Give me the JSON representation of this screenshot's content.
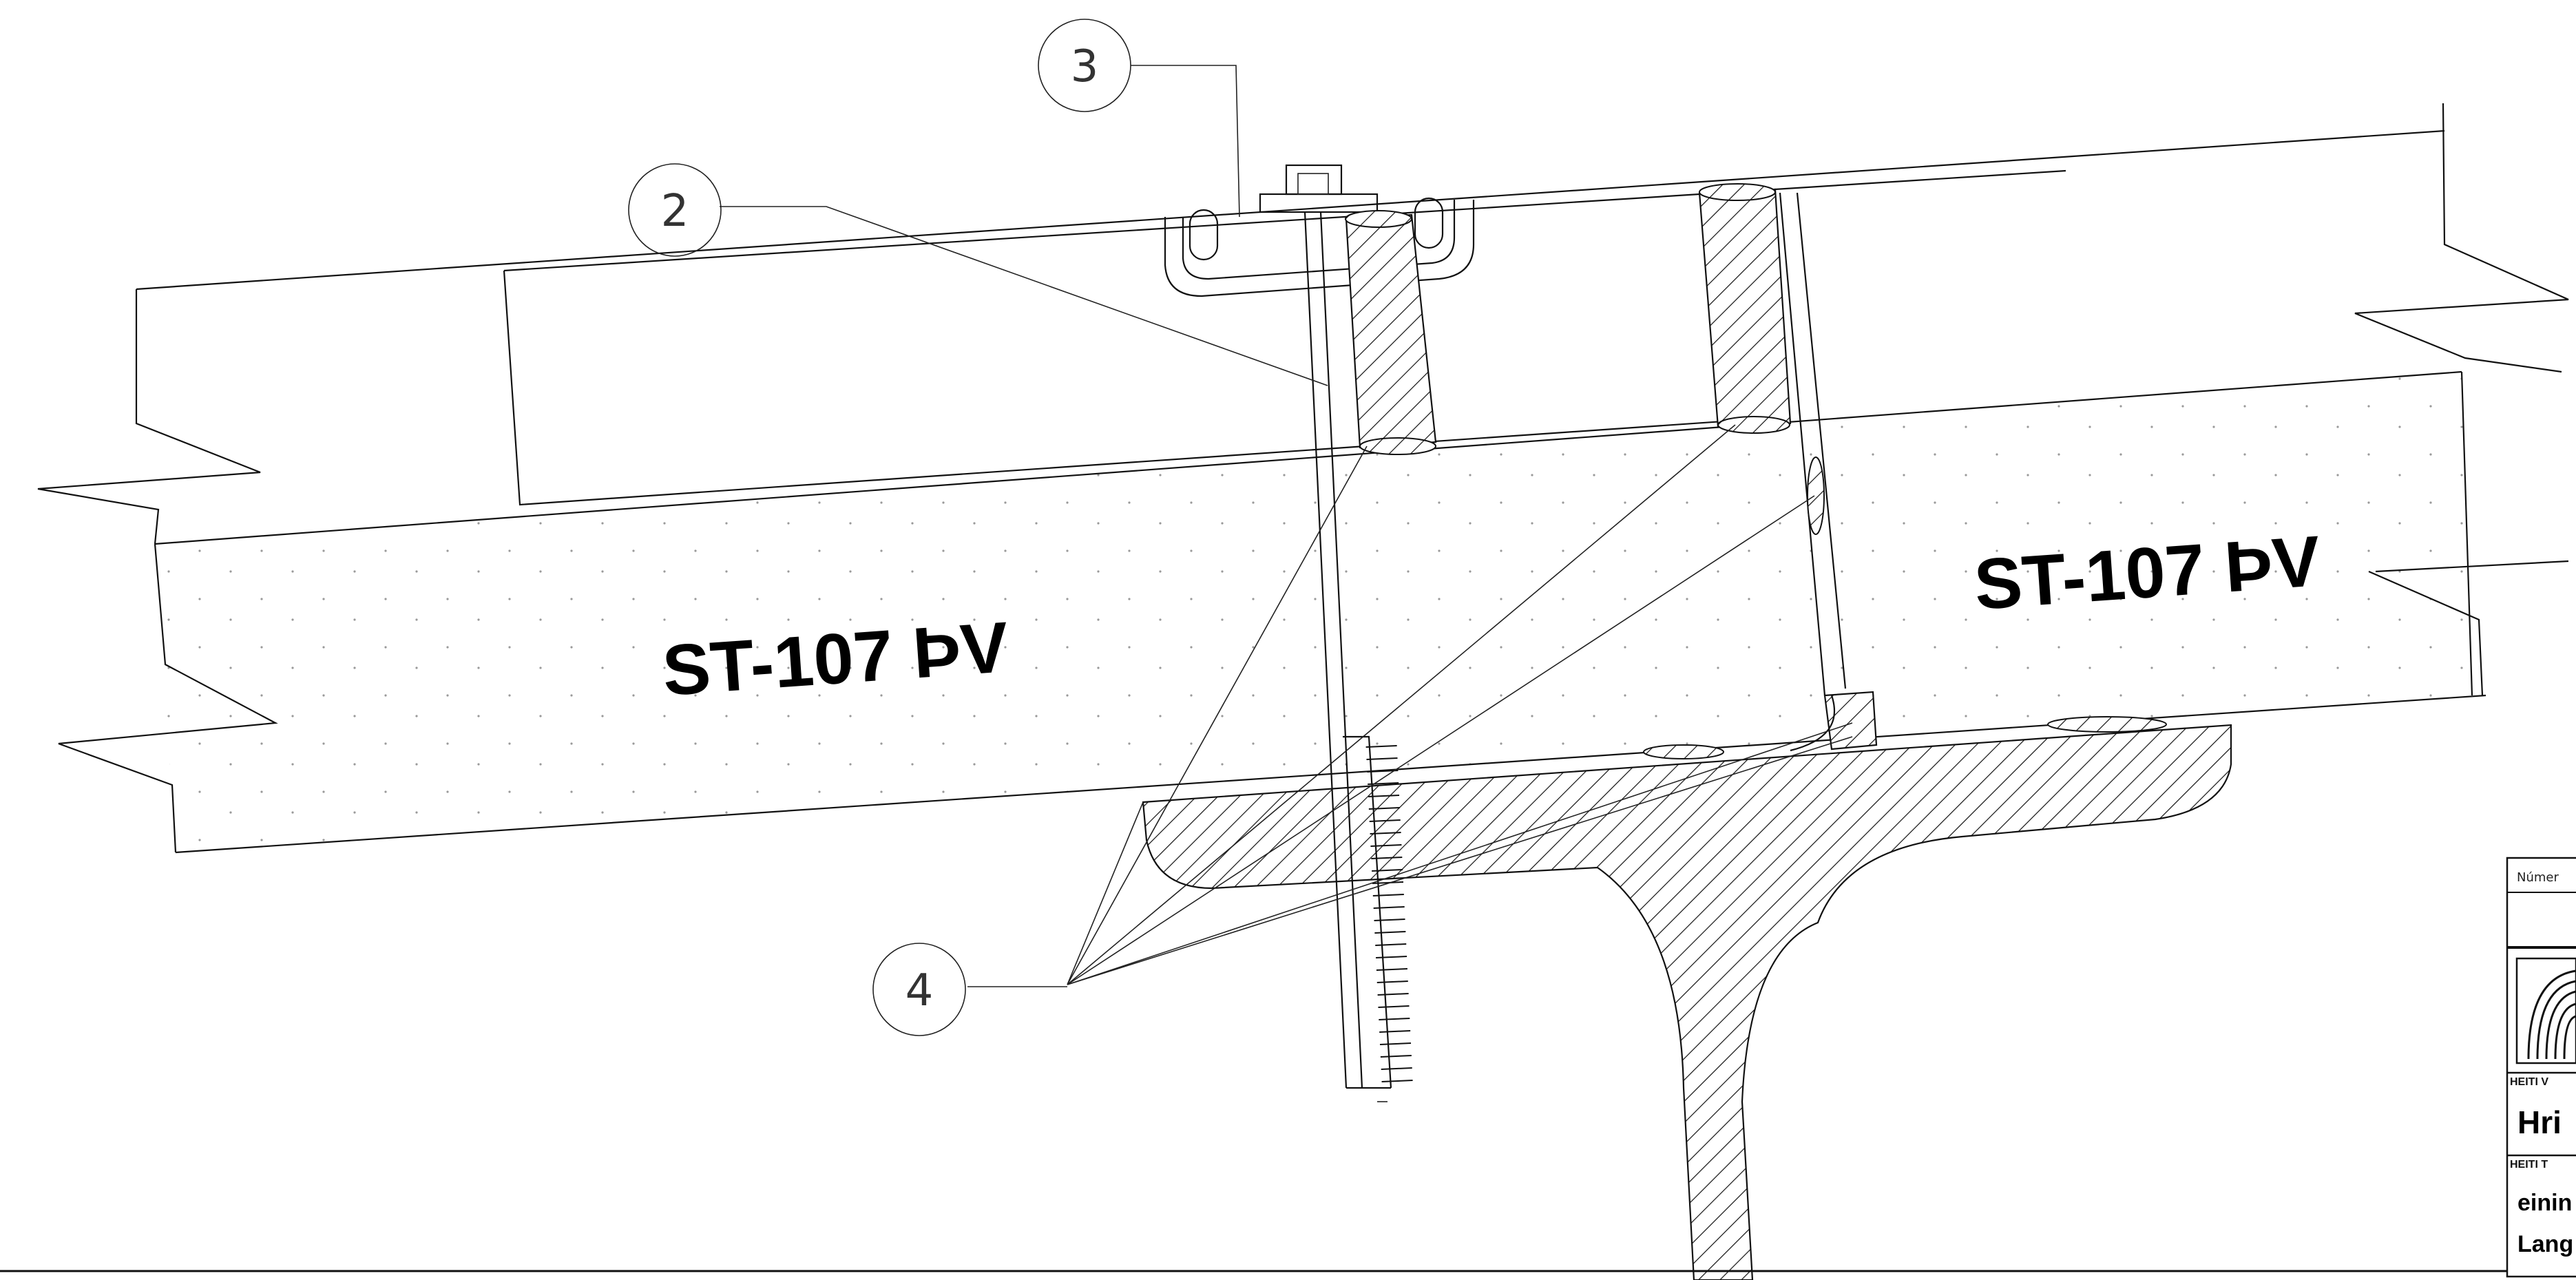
{
  "labels": {
    "panel_left": "ST-107 ÞV",
    "panel_right": "ST-107 ÞV"
  },
  "callouts": {
    "c2": "2",
    "c3": "3",
    "c4": "4"
  },
  "title_block": {
    "numer_label": "Númer",
    "heiti_verks_label": "HEITI V",
    "heiti_verks_value": "Hri",
    "heiti_teikningar_label": "HEITI T",
    "heiti_teikningar_line1": "einin",
    "heiti_teikningar_line2": "Lang"
  }
}
